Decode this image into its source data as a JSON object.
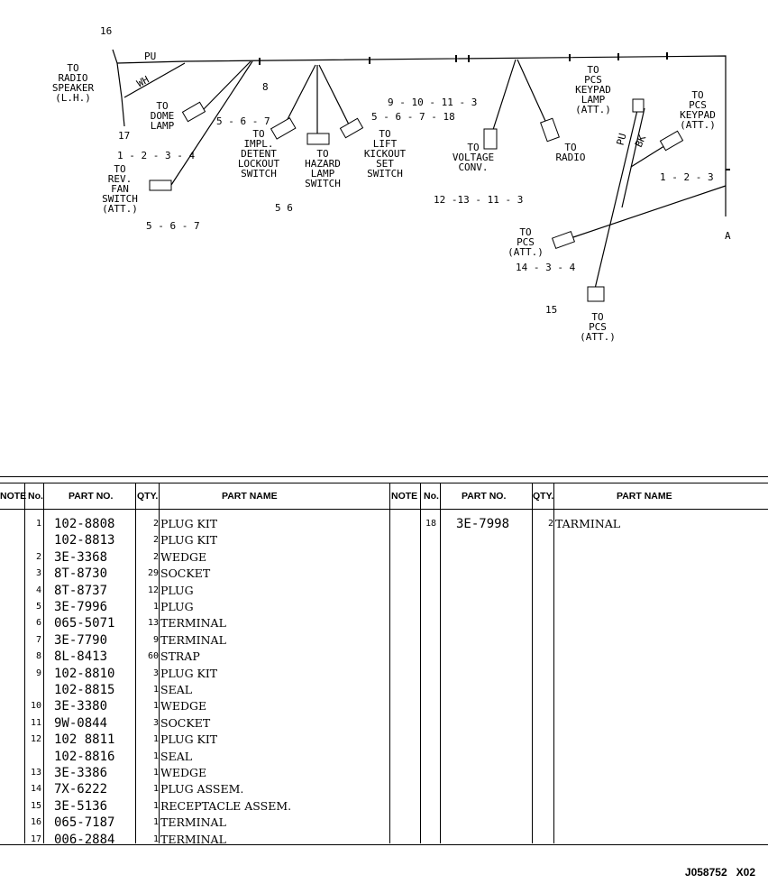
{
  "diagram": {
    "labels": {
      "radio_speaker": "TO\nRADIO\nSPEAKER\n(L.H.)",
      "dome_lamp": "TO\nDOME\nLAMP",
      "rev_fan": "TO\nREV.\nFAN\nSWITCH\n(ATT.)",
      "impl_detent": "TO\nIMPL.\nDETENT\nLOCKOUT\nSWITCH",
      "hazard": "TO\nHAZARD\nLAMP\nSWITCH",
      "lift_kickout": "TO\nLIFT\nKICKOUT\nSET\nSWITCH",
      "voltage_conv": "TO\nVOLTAGE\nCONV.",
      "radio": "TO\nRADIO",
      "pcs_keypad_lamp": "TO\nPCS\nKEYPAD\nLAMP\n(ATT.)",
      "pcs_keypad": "TO\nPCS\nKEYPAD\n(ATT.)",
      "pcs_att_1": "TO\nPCS\n(ATT.)",
      "pcs_att_2": "TO\nPCS\n(ATT.)"
    },
    "wire_colors": {
      "pu": "PU",
      "wh": "WH",
      "pu2": "PU",
      "bk": "BK"
    },
    "callouts": {
      "c16": "16",
      "c17": "17",
      "c8": "8",
      "c1234": "1 - 2 - 3 - 4",
      "c567a": "5 - 6 - 7",
      "c567b": "5 - 6 - 7",
      "c567c": "5 - 6 - 7 - 18",
      "c56": "5   6",
      "c9": "9 - 10 - 11 - 3",
      "c12": "12  -13  - 11  - 3",
      "c123": "1 - 2 - 3",
      "c14": "14  - 3 - 4",
      "c15": "15",
      "cA": "A"
    }
  },
  "table": {
    "headers": {
      "note": "NOTE",
      "no": "No.",
      "part_no": "PART NO.",
      "qty": "QTY.",
      "part_name": "PART NAME"
    },
    "left_rows": [
      {
        "no": "1",
        "part_no": "102-8808",
        "qty": "2",
        "name": "PLUG KIT"
      },
      {
        "no": "",
        "part_no": "102-8813",
        "qty": "2",
        "name": "PLUG KIT"
      },
      {
        "no": "2",
        "part_no": "3E-3368",
        "qty": "2",
        "name": "WEDGE"
      },
      {
        "no": "3",
        "part_no": "8T-8730",
        "qty": "29",
        "name": "SOCKET"
      },
      {
        "no": "4",
        "part_no": "8T-8737",
        "qty": "12",
        "name": "PLUG"
      },
      {
        "no": "5",
        "part_no": "3E-7996",
        "qty": "1",
        "name": "PLUG"
      },
      {
        "no": "6",
        "part_no": "065-5071",
        "qty": "13",
        "name": "TERMINAL"
      },
      {
        "no": "7",
        "part_no": "3E-7790",
        "qty": "9",
        "name": "TERMINAL"
      },
      {
        "no": "8",
        "part_no": "8L-8413",
        "qty": "60",
        "name": "STRAP"
      },
      {
        "no": "9",
        "part_no": "102-8810",
        "qty": "3",
        "name": "PLUG KIT"
      },
      {
        "no": "",
        "part_no": "102-8815",
        "qty": "1",
        "name": "SEAL"
      },
      {
        "no": "10",
        "part_no": "3E-3380",
        "qty": "1",
        "name": "WEDGE"
      },
      {
        "no": "11",
        "part_no": "9W-0844",
        "qty": "3",
        "name": "SOCKET"
      },
      {
        "no": "12",
        "part_no": "102 8811",
        "qty": "1",
        "name": "PLUG KIT"
      },
      {
        "no": "",
        "part_no": "102-8816",
        "qty": "1",
        "name": "SEAL"
      },
      {
        "no": "13",
        "part_no": "3E-3386",
        "qty": "1",
        "name": "WEDGE"
      },
      {
        "no": "14",
        "part_no": "7X-6222",
        "qty": "1",
        "name": "PLUG ASSEM."
      },
      {
        "no": "15",
        "part_no": "3E-5136",
        "qty": "1",
        "name": "RECEPTACLE ASSEM."
      },
      {
        "no": "16",
        "part_no": "065-7187",
        "qty": "1",
        "name": "TERMINAL"
      },
      {
        "no": "17",
        "part_no": "006-2884",
        "qty": "1",
        "name": "TERMINAL"
      }
    ],
    "right_rows": [
      {
        "no": "18",
        "part_no": "3E-7998",
        "qty": "2",
        "name": "TARMINAL"
      }
    ]
  },
  "footer": {
    "code": "J058752",
    "suffix": "X02"
  }
}
